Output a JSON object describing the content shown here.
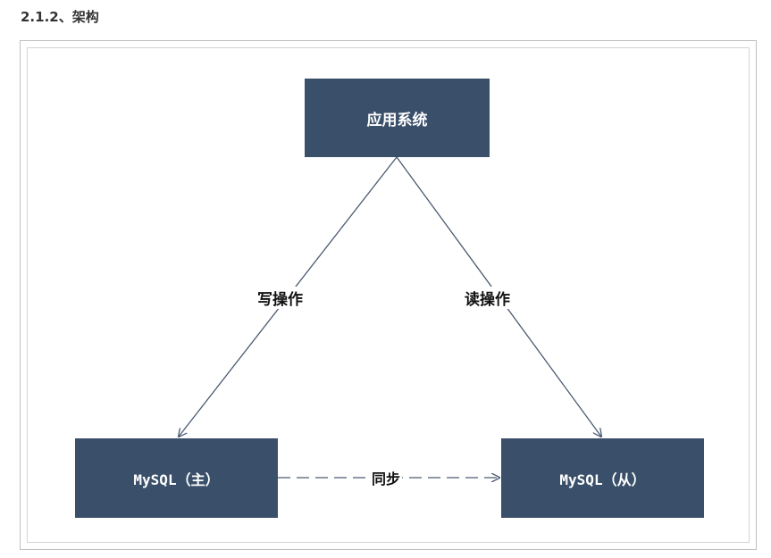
{
  "page": {
    "heading": "2.1.2、架构"
  },
  "diagram": {
    "nodes": {
      "app": "应用系统",
      "master": "MySQL（主）",
      "slave": "MySQL（从）"
    },
    "edges": {
      "write": "写操作",
      "read": "读操作",
      "sync": "同步"
    },
    "colors": {
      "node_fill": "#3a4f69",
      "node_text": "#ffffff",
      "line": "#4a5a70"
    }
  }
}
